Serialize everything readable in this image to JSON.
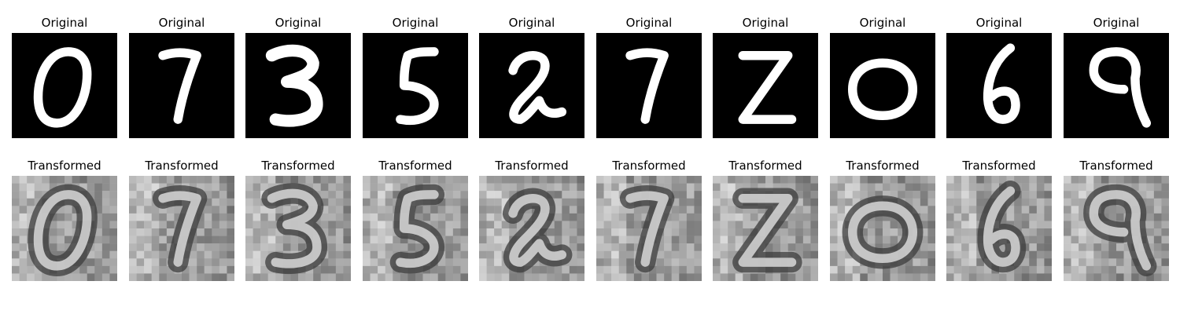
{
  "rows": [
    {
      "row_title": "Original",
      "panels": [
        {
          "title": "Original",
          "digit": "0"
        },
        {
          "title": "Original",
          "digit": "7"
        },
        {
          "title": "Original",
          "digit": "3"
        },
        {
          "title": "Original",
          "digit": "5"
        },
        {
          "title": "Original",
          "digit": "2"
        },
        {
          "title": "Original",
          "digit": "7"
        },
        {
          "title": "Original",
          "digit": "Z"
        },
        {
          "title": "Original",
          "digit": "O"
        },
        {
          "title": "Original",
          "digit": "6"
        },
        {
          "title": "Original",
          "digit": "9"
        }
      ]
    },
    {
      "row_title": "Transformed",
      "panels": [
        {
          "title": "Transformed",
          "digit": "0"
        },
        {
          "title": "Transformed",
          "digit": "7"
        },
        {
          "title": "Transformed",
          "digit": "3"
        },
        {
          "title": "Transformed",
          "digit": "5"
        },
        {
          "title": "Transformed",
          "digit": "2"
        },
        {
          "title": "Transformed",
          "digit": "7"
        },
        {
          "title": "Transformed",
          "digit": "Z"
        },
        {
          "title": "Transformed",
          "digit": "O"
        },
        {
          "title": "Transformed",
          "digit": "6"
        },
        {
          "title": "Transformed",
          "digit": "9"
        }
      ]
    }
  ],
  "colors": {
    "original_background": "#000000",
    "original_stroke": "#ffffff",
    "transformed_background": "#8c8c8c",
    "transformed_stroke": "#d8d8d8"
  }
}
